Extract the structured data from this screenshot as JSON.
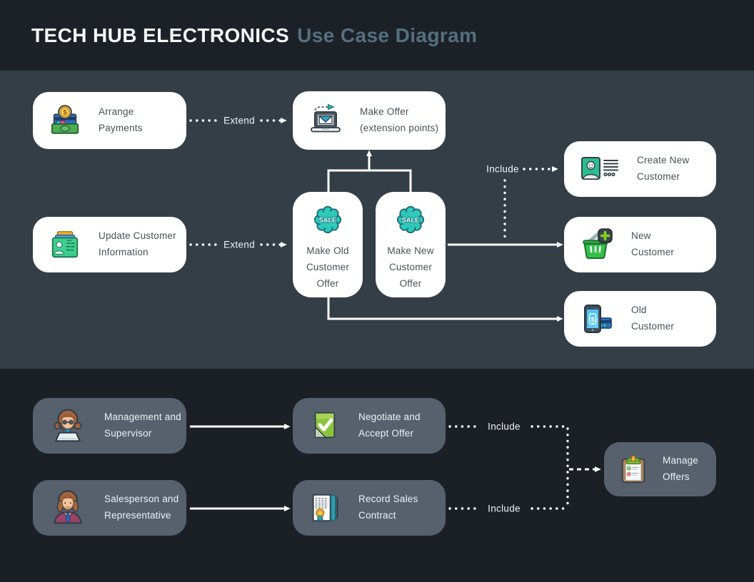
{
  "header": {
    "title": "TECH HUB ELECTRONICS",
    "subtitle": "Use Case Diagram"
  },
  "labels": {
    "extend": "Extend",
    "include": "Include"
  },
  "icons": {
    "sale_badge_text": "SALE",
    "coin_symbol": "$",
    "phone_symbol": "$"
  },
  "colors": {
    "header_bg": "#1c2127",
    "upper_section_bg": "#333e47",
    "lower_section_bg": "#1b2026",
    "usecase_card_bg": "#ffffff",
    "actor_card_bg": "#57616e",
    "upper_card_text": "#475159",
    "lower_card_text": "#eef1f4",
    "subtitle_text": "#54707f",
    "connector": "#ffffff",
    "sale_badge": "#2ec9b9"
  },
  "nodes": {
    "arrange_payments": {
      "label": "Arrange\nPayments",
      "icon": "money-payment-icon"
    },
    "make_offer": {
      "label": "Make Offer\n(extension points)",
      "icon": "laptop-send-offer-icon"
    },
    "update_customer_information": {
      "label": "Update Customer\nInformation",
      "icon": "customer-id-card-icon"
    },
    "make_old_customer_offer": {
      "label": "Make Old\nCustomer\nOffer",
      "icon": "sale-badge-icon"
    },
    "make_new_customer_offer": {
      "label": "Make New\nCustomer\nOffer",
      "icon": "sale-badge-icon"
    },
    "create_new_customer": {
      "label": "Create New\nCustomer",
      "icon": "customer-profile-list-icon"
    },
    "new_customer": {
      "label": "New\nCustomer",
      "icon": "basket-add-icon"
    },
    "old_customer": {
      "label": "Old\nCustomer",
      "icon": "phone-payment-icon"
    },
    "management_supervisor": {
      "label": "Management and\nSupervisor",
      "icon": "supervisor-avatar-icon"
    },
    "negotiate_accept_offer": {
      "label": "Negotiate and\nAccept Offer",
      "icon": "document-check-icon"
    },
    "salesperson_representative": {
      "label": "Salesperson and\nRepresentative",
      "icon": "salesperson-avatar-icon"
    },
    "record_sales_contract": {
      "label": "Record Sales\nContract",
      "icon": "contract-certificate-icon"
    },
    "manage_offers": {
      "label": "Manage\nOffers",
      "icon": "clipboard-checklist-icon"
    }
  }
}
